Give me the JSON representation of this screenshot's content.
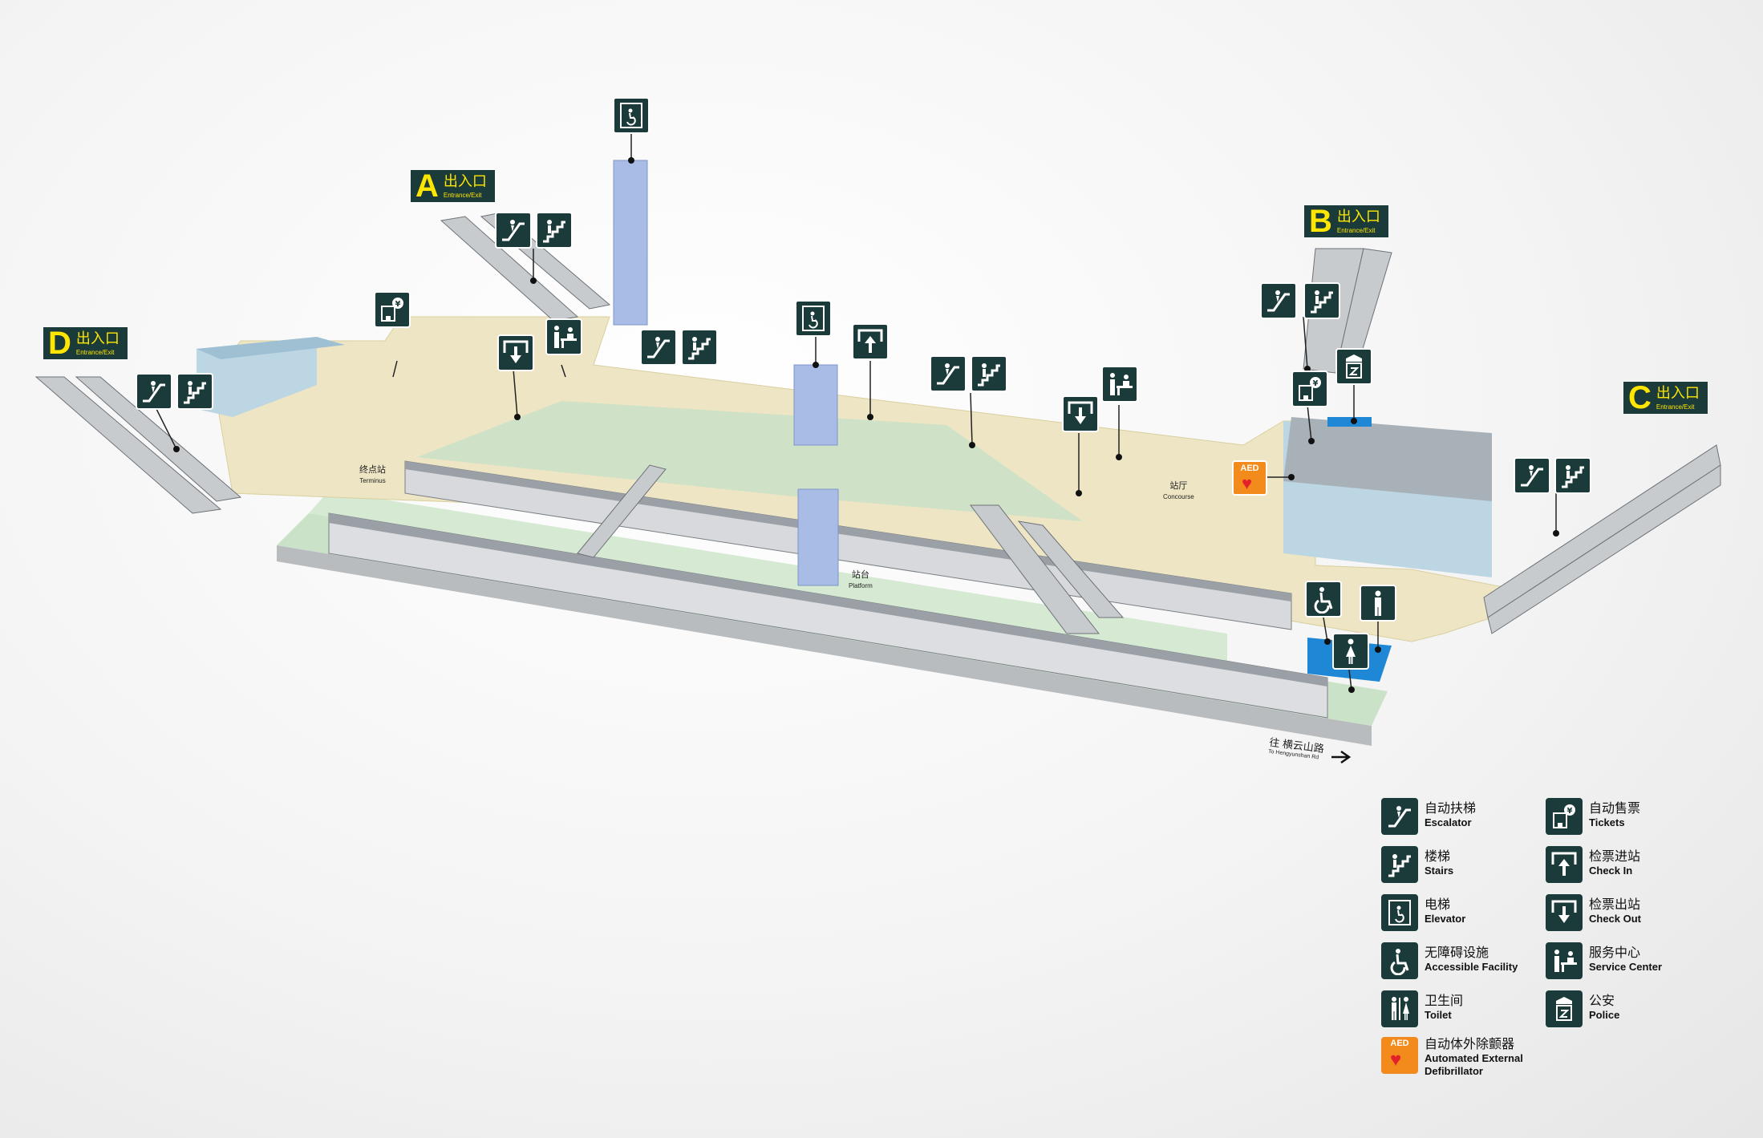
{
  "exits": [
    {
      "id": "A",
      "letter": "A",
      "cn": "出入口",
      "en": "Entrance/Exit"
    },
    {
      "id": "B",
      "letter": "B",
      "cn": "出入口",
      "en": "Entrance/Exit"
    },
    {
      "id": "C",
      "letter": "C",
      "cn": "出入口",
      "en": "Entrance/Exit"
    },
    {
      "id": "D",
      "letter": "D",
      "cn": "出入口",
      "en": "Entrance/Exit"
    }
  ],
  "labels": {
    "terminus": {
      "cn": "终点站",
      "en": "Terminus"
    },
    "concourse": {
      "cn": "站厅",
      "en": "Concourse"
    },
    "platform": {
      "cn": "站台",
      "en": "Platform"
    },
    "direction": {
      "cn": "往 横云山路",
      "en": "To Hengyunshan Rd"
    },
    "aed_short": "AED"
  },
  "legend": [
    {
      "icon": "escalator-icon",
      "cn": "自动扶梯",
      "en": "Escalator"
    },
    {
      "icon": "tickets-icon",
      "cn": "自动售票",
      "en": "Tickets"
    },
    {
      "icon": "stairs-icon",
      "cn": "楼梯",
      "en": "Stairs"
    },
    {
      "icon": "check-in-icon",
      "cn": "检票进站",
      "en": "Check In"
    },
    {
      "icon": "elevator-icon",
      "cn": "电梯",
      "en": "Elevator"
    },
    {
      "icon": "check-out-icon",
      "cn": "检票出站",
      "en": "Check Out"
    },
    {
      "icon": "accessible-icon",
      "cn": "无障碍设施",
      "en": "Accessible Facility"
    },
    {
      "icon": "service-center-icon",
      "cn": "服务中心",
      "en": "Service Center"
    },
    {
      "icon": "toilet-icon",
      "cn": "卫生间",
      "en": "Toilet"
    },
    {
      "icon": "police-icon",
      "cn": "公安",
      "en": "Police"
    },
    {
      "icon": "aed-icon",
      "cn": "自动体外除颤器",
      "en": "Automated External Defibrillator"
    }
  ],
  "colors": {
    "sign_bg": "#1b3a3a",
    "exit_text": "#ffe600",
    "concourse_floor": "#ede5c4",
    "platform_floor": "#c9e2c8",
    "elevator_shaft": "#a9bce6",
    "aed": "#f28a1c",
    "accessible_zone": "#1e88d6"
  }
}
